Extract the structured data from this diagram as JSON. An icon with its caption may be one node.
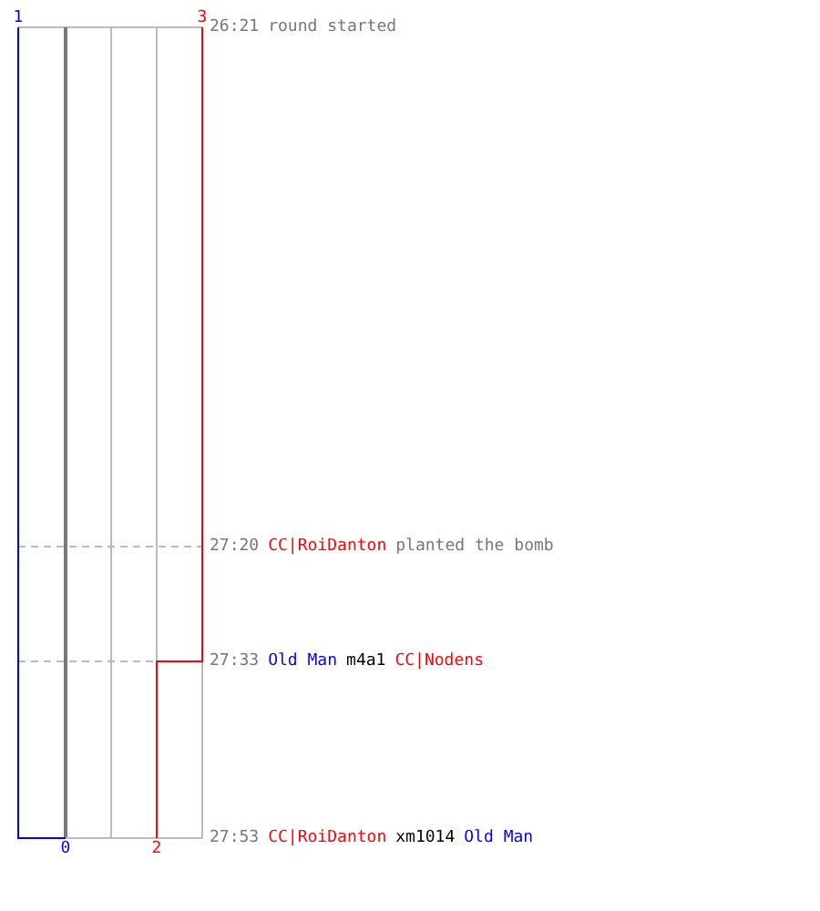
{
  "diagram": {
    "labels": [
      "1",
      "3",
      "26:21",
      "round started",
      "27:20",
      "CC|RoiDanton",
      "planted the bomb",
      "27:33",
      "Old Man",
      "m4a1",
      "CC|Nodens",
      "27:53",
      "CC|RoiDanton",
      "xm1014",
      "Old Man",
      "0",
      "2"
    ]
  }
}
